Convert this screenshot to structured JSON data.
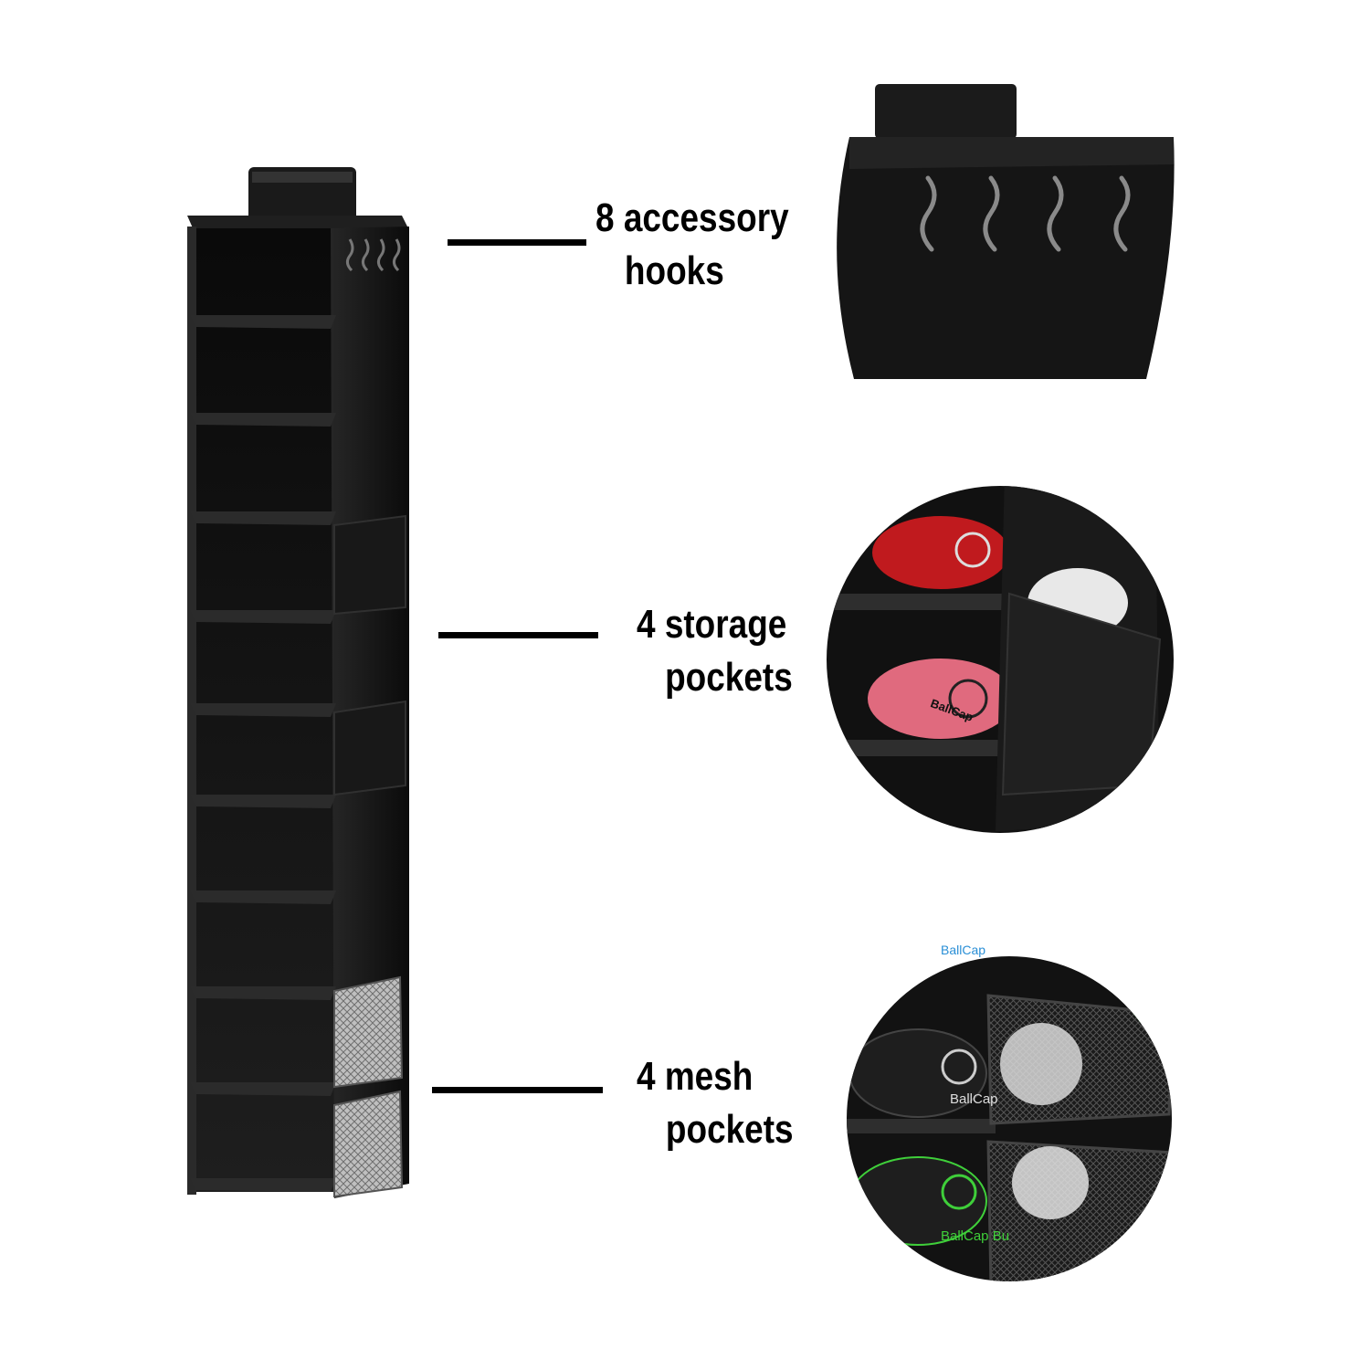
{
  "features": [
    {
      "id": "hooks",
      "line1": "8 accessory",
      "line2": "hooks"
    },
    {
      "id": "storage",
      "line1": "4 storage",
      "line2": "pockets"
    },
    {
      "id": "mesh",
      "line1": "4 mesh",
      "line2": "pockets"
    }
  ],
  "cap_labels": {
    "cap_1": "BallCap",
    "cap_2": "BallCap",
    "cap_3": "BallCap Bu",
    "cap_4": "BallCap"
  },
  "colors": {
    "background": "#ffffff",
    "organizer_fabric": "#141414",
    "text": "#000000",
    "cap_red": "#c01a1e",
    "cap_pink": "#e06a7e",
    "cap_green_accent": "#3fcf3a",
    "cap_blue_accent": "#2a8fd6"
  }
}
